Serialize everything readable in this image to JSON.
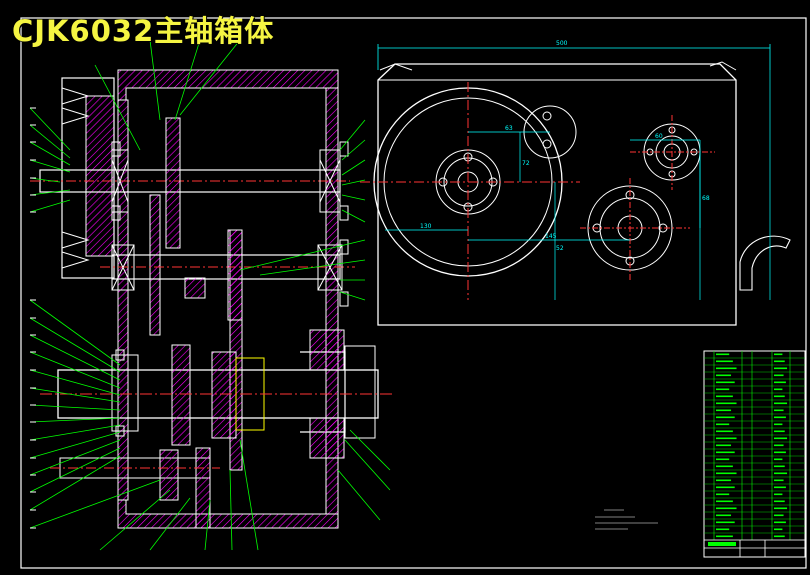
{
  "title": "CJK6032主轴箱体",
  "colors": {
    "background": "#000000",
    "title": "#f5f542",
    "frame": "#ffffff",
    "part_outline": "#ffffff",
    "hatch": "#ff00ff",
    "centerline": "#ff3333",
    "leader": "#00ff00",
    "section": "#ffff00",
    "dimension": "#00ffff",
    "table": "#00ff00"
  },
  "dimensions": {
    "overall_width": "500",
    "left_view_width": "130",
    "bore_1": "63",
    "bore_2": "72",
    "bore_3": "68",
    "center_dist": "145",
    "height_1": "52",
    "height_2": "60"
  }
}
